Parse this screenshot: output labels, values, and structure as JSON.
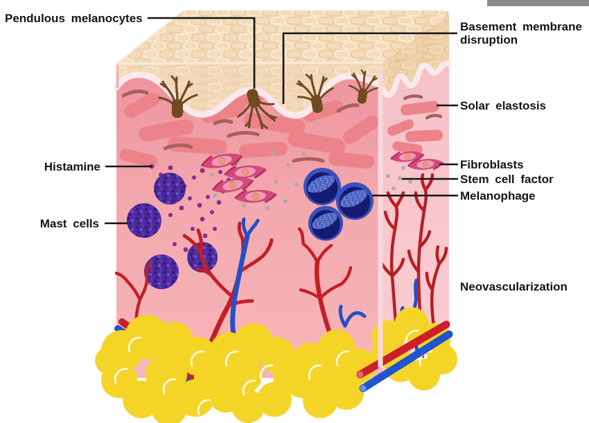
{
  "figure": {
    "type": "medical-illustration",
    "subject": "Skin cross-section diagram showing melasma / photoaging histopathology"
  },
  "labels": {
    "pendulous_melanocytes": "Pendulous melanocytes",
    "basement_membrane_disruption": "Basement membrane disruption",
    "solar_elastosis": "Solar elastosis",
    "histamine": "Histamine",
    "fibroblasts": "Fibroblasts",
    "stem_cell_factor": "Stem cell factor",
    "melanophage": "Melanophage",
    "mast_cells": "Mast cells",
    "neovascularization": "Neovascularization"
  },
  "colors": {
    "background": "#ffffff",
    "stratum_corneum_tan": "#f3dab9",
    "epidermis_band": "#fce9ec",
    "dermis_pink": "#f2a3ab",
    "side_face_pink": "#f6c3c9",
    "solar_elastosis": "#ed838a",
    "elastin_fiber_dark": "#a9605c",
    "melanocyte_brown": "#6f4b20",
    "histamine_purple": "#8b2b8f",
    "mast_cell_violet": "#4b2a9c",
    "fibroblast_magenta": "#d2497a",
    "stem_cell_factor_gray": "#ababab",
    "melanophage_blue": "#3952bb",
    "melanophage_core_navy": "#151c70",
    "artery_red": "#c31f27",
    "vein_blue": "#2351c5",
    "fat_yellow": "#f5d428",
    "label_text": "#141414",
    "top_bar_gray": "#8b8b8b"
  }
}
